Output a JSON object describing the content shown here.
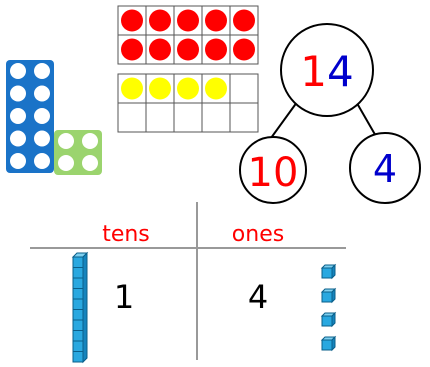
{
  "number_bond": {
    "whole": {
      "digit_tens": "1",
      "digit_ones": "4"
    },
    "part_tens": "10",
    "part_ones": "4"
  },
  "place_value_chart": {
    "tens_header": "tens",
    "ones_header": "ones",
    "tens_value": "1",
    "ones_value": "4"
  },
  "ten_frames": {
    "top": {
      "filled": 10,
      "total": 10,
      "counter_color": "#ff0000"
    },
    "bottom": {
      "filled": 4,
      "total": 10,
      "counter_color": "#ffff00"
    }
  },
  "numicon": {
    "ten_color": "#1a73c8",
    "four_color": "#9bd46e"
  },
  "base_ten": {
    "rods": 1,
    "unit_cubes": 4,
    "color": "#29a8e0"
  },
  "colors": {
    "red": "#ff0000",
    "blue": "#0000cc",
    "black": "#000000"
  }
}
